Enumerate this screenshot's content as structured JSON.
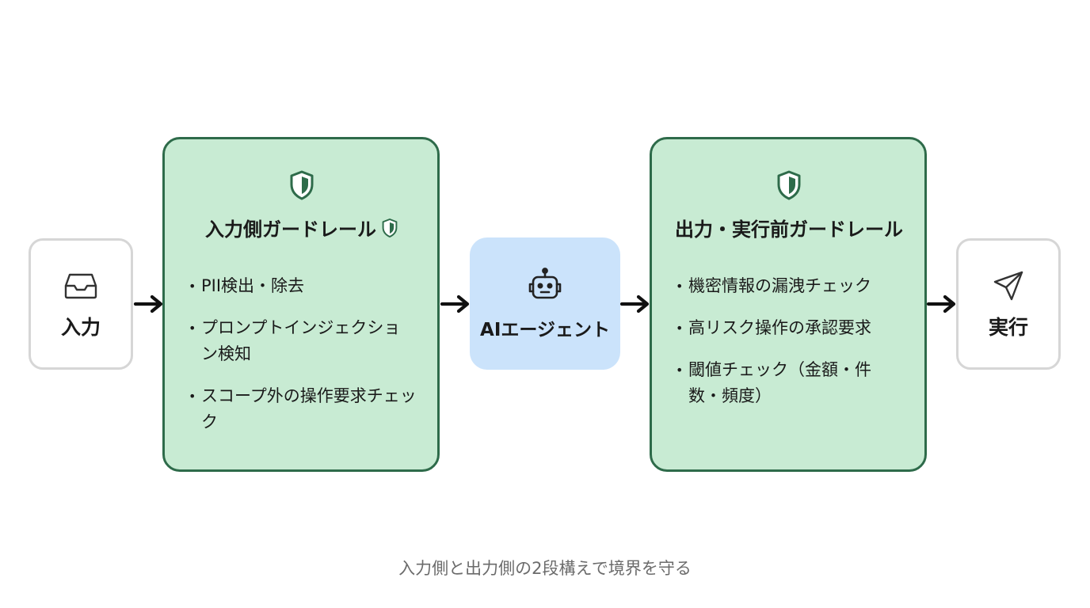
{
  "nodes": {
    "input": {
      "label": "入力",
      "icon": "inbox-tray-icon"
    },
    "guard_input": {
      "title": "入力側ガードレール",
      "icon": "shield-icon",
      "items": [
        "PII検出・除去",
        "プロンプトインジェクション検知",
        "スコープ外の操作要求チェック"
      ]
    },
    "agent": {
      "label": "AIエージェント",
      "icon": "robot-icon"
    },
    "guard_output": {
      "title": "出力・実行前ガードレール",
      "icon": "shield-icon",
      "items": [
        "機密情報の漏洩チェック",
        "高リスク操作の承認要求",
        "閾値チェック（金額・件数・頻度）"
      ]
    },
    "execute": {
      "label": "実行",
      "icon": "send-arrow-icon"
    }
  },
  "caption": "入力側と出力側の2段構えで境界を守る",
  "colors": {
    "guard_fill": "#c8ebd3",
    "guard_border": "#2e6b4a",
    "agent_fill": "#cbe3fb",
    "endpoint_border": "#d6d6d6",
    "arrow": "#111111",
    "caption": "#6b6b6b"
  }
}
